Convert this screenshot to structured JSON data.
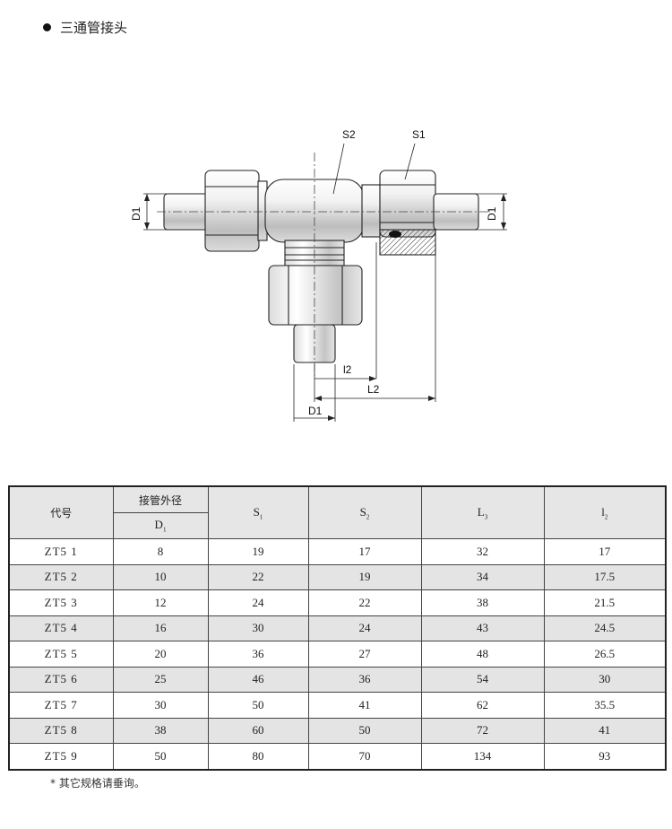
{
  "title": "三通管接头",
  "drawing": {
    "labels": {
      "s2": "S2",
      "s1": "S1",
      "d1_left": "D1",
      "d1_right": "D1",
      "d1_bottom": "D1",
      "l2_small": "l2",
      "l2_big": "L2"
    }
  },
  "table": {
    "headers": {
      "code": "代号",
      "pipe_od": "接管外径",
      "d1": "D",
      "d1_sub": "1",
      "s1": "S",
      "s1_sub": "1",
      "s2": "S",
      "s2_sub": "2",
      "l3": "L",
      "l3_sub": "3",
      "l2": "l",
      "l2_sub": "2"
    },
    "rows": [
      {
        "code": "ZT5  1",
        "d1": "8",
        "s1": "19",
        "s2": "17",
        "l3": "32",
        "l2": "17"
      },
      {
        "code": "ZT5  2",
        "d1": "10",
        "s1": "22",
        "s2": "19",
        "l3": "34",
        "l2": "17.5"
      },
      {
        "code": "ZT5  3",
        "d1": "12",
        "s1": "24",
        "s2": "22",
        "l3": "38",
        "l2": "21.5"
      },
      {
        "code": "ZT5  4",
        "d1": "16",
        "s1": "30",
        "s2": "24",
        "l3": "43",
        "l2": "24.5"
      },
      {
        "code": "ZT5  5",
        "d1": "20",
        "s1": "36",
        "s2": "27",
        "l3": "48",
        "l2": "26.5"
      },
      {
        "code": "ZT5  6",
        "d1": "25",
        "s1": "46",
        "s2": "36",
        "l3": "54",
        "l2": "30"
      },
      {
        "code": "ZT5  7",
        "d1": "30",
        "s1": "50",
        "s2": "41",
        "l3": "62",
        "l2": "35.5"
      },
      {
        "code": "ZT5  8",
        "d1": "38",
        "s1": "60",
        "s2": "50",
        "l3": "72",
        "l2": "41"
      },
      {
        "code": "ZT5  9",
        "d1": "50",
        "s1": "80",
        "s2": "70",
        "l3": "134",
        "l2": "93"
      }
    ]
  },
  "note": "* 其它规格请垂询。"
}
